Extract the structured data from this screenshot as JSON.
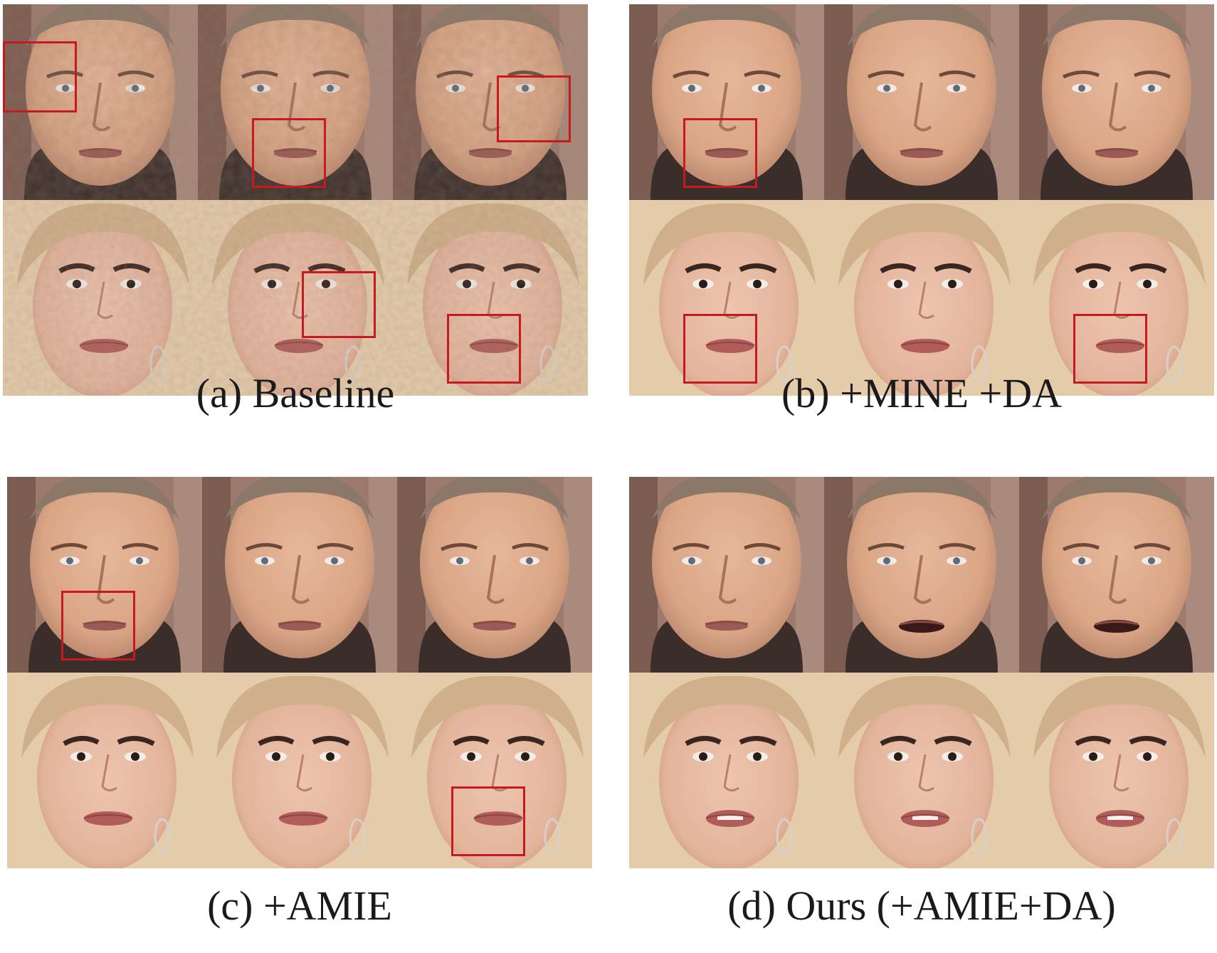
{
  "panels": [
    {
      "id": "a",
      "caption": "(a) Baseline",
      "style": "artifact"
    },
    {
      "id": "b",
      "caption": "(b) +MINE +DA",
      "style": "smooth"
    },
    {
      "id": "c",
      "caption": "(c) +AMIE",
      "style": "smooth"
    },
    {
      "id": "d",
      "caption": "(d) Ours (+AMIE+DA)",
      "style": "sharp"
    }
  ],
  "highlight_boxes": {
    "a": [
      {
        "cell": 0,
        "region": "left-eye"
      },
      {
        "cell": 1,
        "region": "mouth"
      },
      {
        "cell": 2,
        "region": "right-eye"
      },
      {
        "cell": 4,
        "region": "right-eye"
      },
      {
        "cell": 5,
        "region": "mouth"
      }
    ],
    "b": [
      {
        "cell": 0,
        "region": "mouth"
      },
      {
        "cell": 3,
        "region": "mouth"
      },
      {
        "cell": 5,
        "region": "mouth"
      }
    ],
    "c": [
      {
        "cell": 0,
        "region": "mouth"
      },
      {
        "cell": 5,
        "region": "mouth"
      }
    ],
    "d": []
  },
  "colors": {
    "highlight": "#c8191f",
    "caption": "#1a1a1a",
    "man_skin": "#d9a585",
    "woman_skin": "#e3b49c",
    "woman_hair": "#e2c9a3",
    "man_hair": "#8b7868",
    "background_warm": "#9c7a6e"
  }
}
